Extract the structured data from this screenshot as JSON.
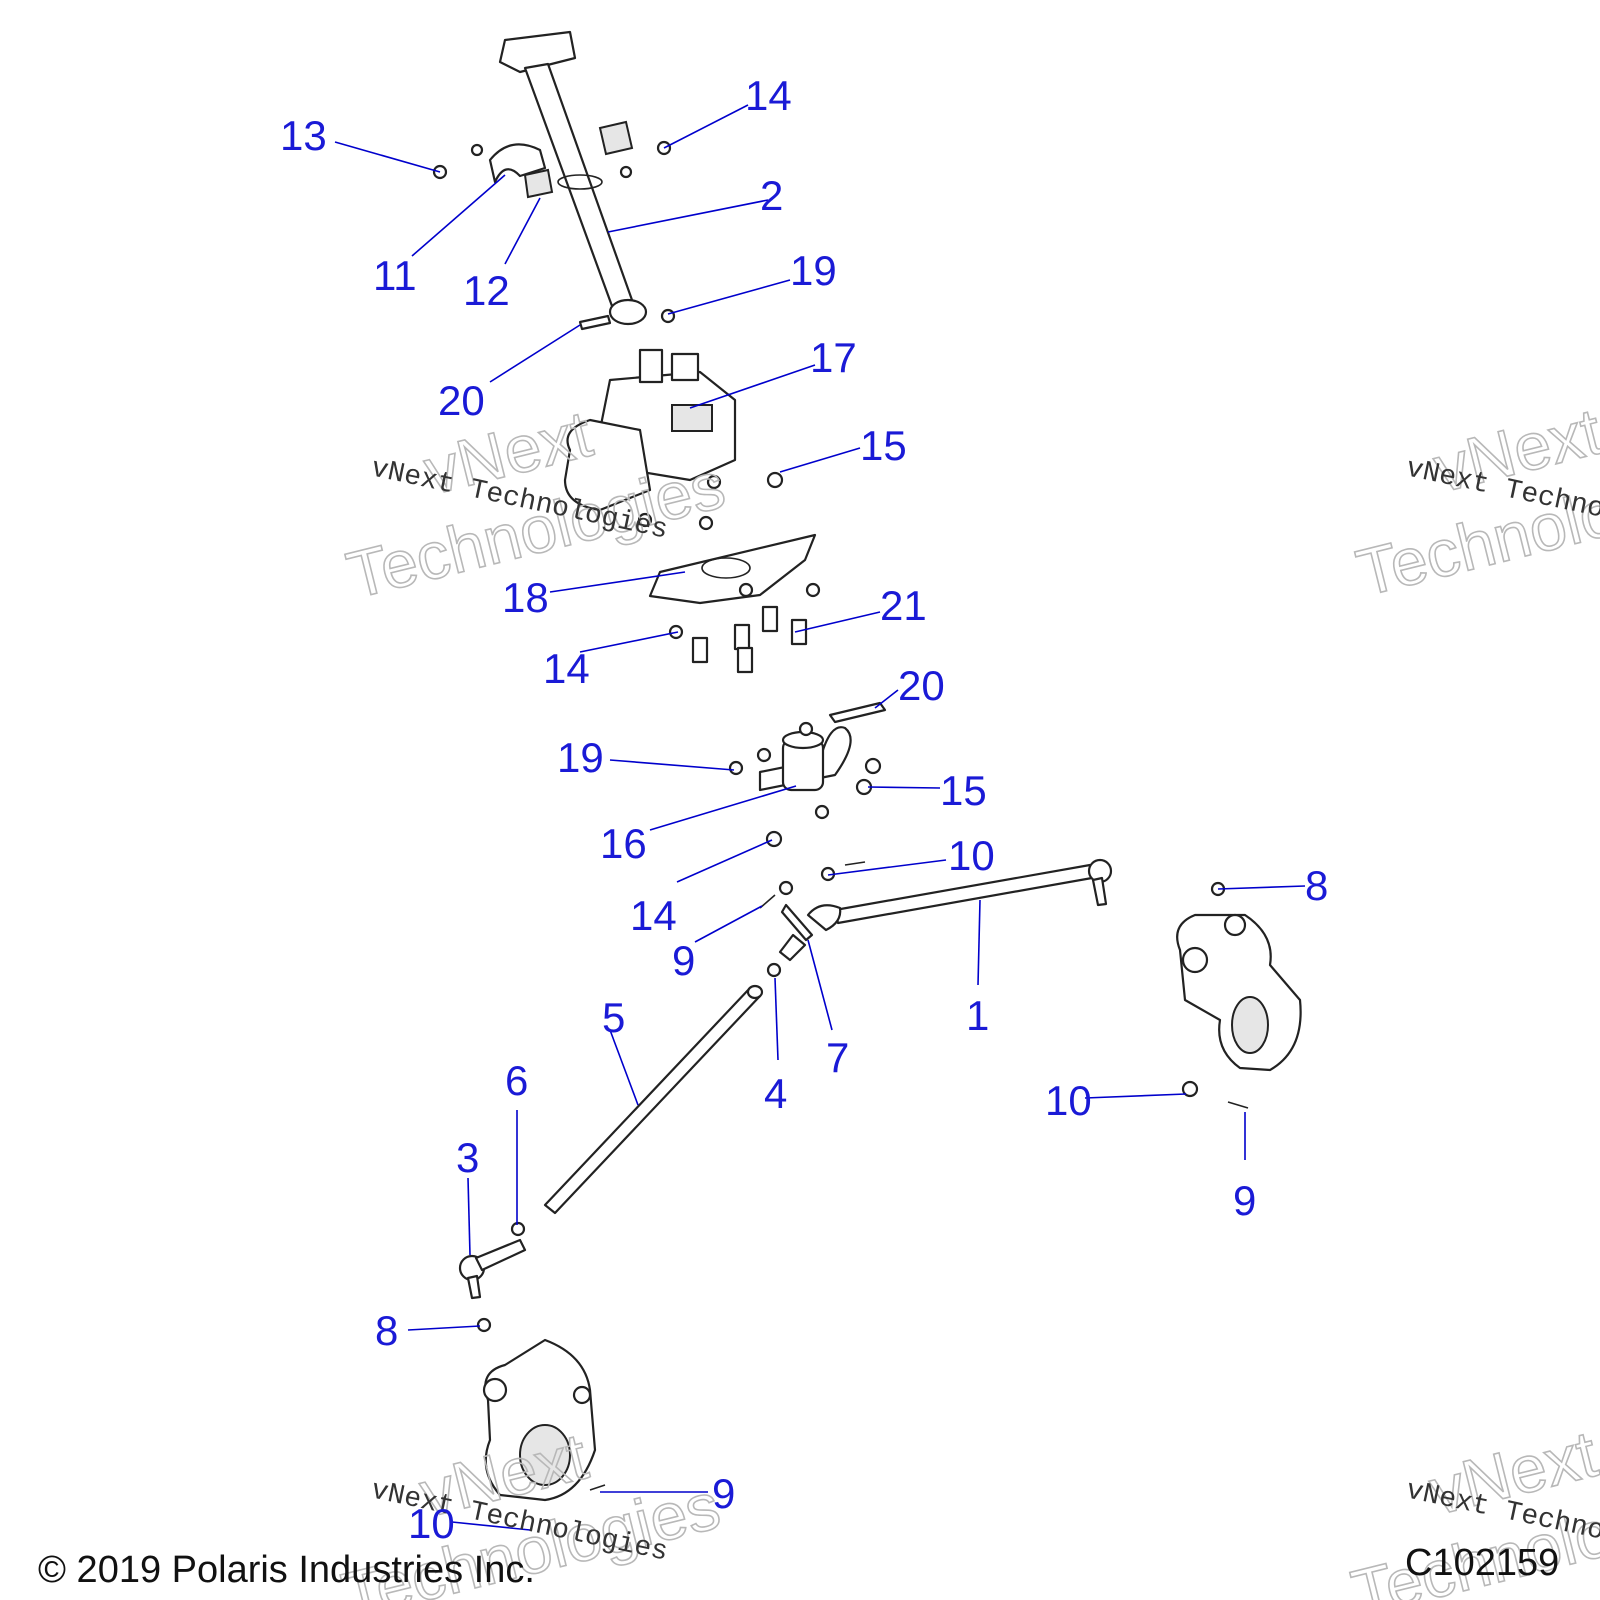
{
  "callouts": [
    {
      "label": "13"
    },
    {
      "label": "14"
    },
    {
      "label": "2"
    },
    {
      "label": "11"
    },
    {
      "label": "12"
    },
    {
      "label": "19"
    },
    {
      "label": "20"
    },
    {
      "label": "17"
    },
    {
      "label": "15"
    },
    {
      "label": "18"
    },
    {
      "label": "21"
    },
    {
      "label": "14"
    },
    {
      "label": "20"
    },
    {
      "label": "19"
    },
    {
      "label": "15"
    },
    {
      "label": "16"
    },
    {
      "label": "10"
    },
    {
      "label": "14"
    },
    {
      "label": "9"
    },
    {
      "label": "8"
    },
    {
      "label": "1"
    },
    {
      "label": "7"
    },
    {
      "label": "5"
    },
    {
      "label": "4"
    },
    {
      "label": "6"
    },
    {
      "label": "3"
    },
    {
      "label": "10"
    },
    {
      "label": "9"
    },
    {
      "label": "8"
    },
    {
      "label": "9"
    },
    {
      "label": "10"
    }
  ],
  "watermark": {
    "small_text": "vNext Technologies",
    "large_word_1": "vNext",
    "large_word_2": "Technologies"
  },
  "footer": {
    "copyright": "© 2019 Polaris Industries Inc.",
    "figure_id": "C102159"
  },
  "colors": {
    "callout_text": "#1a1ad6",
    "leader_line": "#0000cc",
    "line_art": "#222222",
    "background": "#ffffff"
  }
}
